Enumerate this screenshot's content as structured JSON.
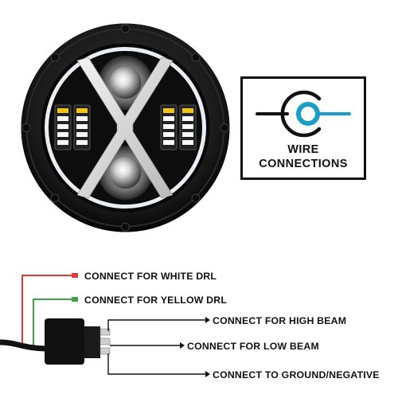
{
  "colors": {
    "ring_blue": "#1b9ec6",
    "wire_red": "#e53935",
    "wire_green": "#43a047",
    "wire_black": "#111111",
    "halo": "#eef3f7"
  },
  "badge": {
    "icon": "connector-plug-icon",
    "line1": "WIRE",
    "line2": "CONNECTIONS"
  },
  "wiring": {
    "white_drl": "CONNECT FOR WHITE DRL",
    "yellow_drl": "CONNECT FOR YELLOW DRL",
    "high_beam": "CONNECT FOR HIGH BEAM",
    "low_beam": "CONNECT FOR LOW BEAM",
    "ground": "CONNECT TO GROUND/NEGATIVE"
  }
}
